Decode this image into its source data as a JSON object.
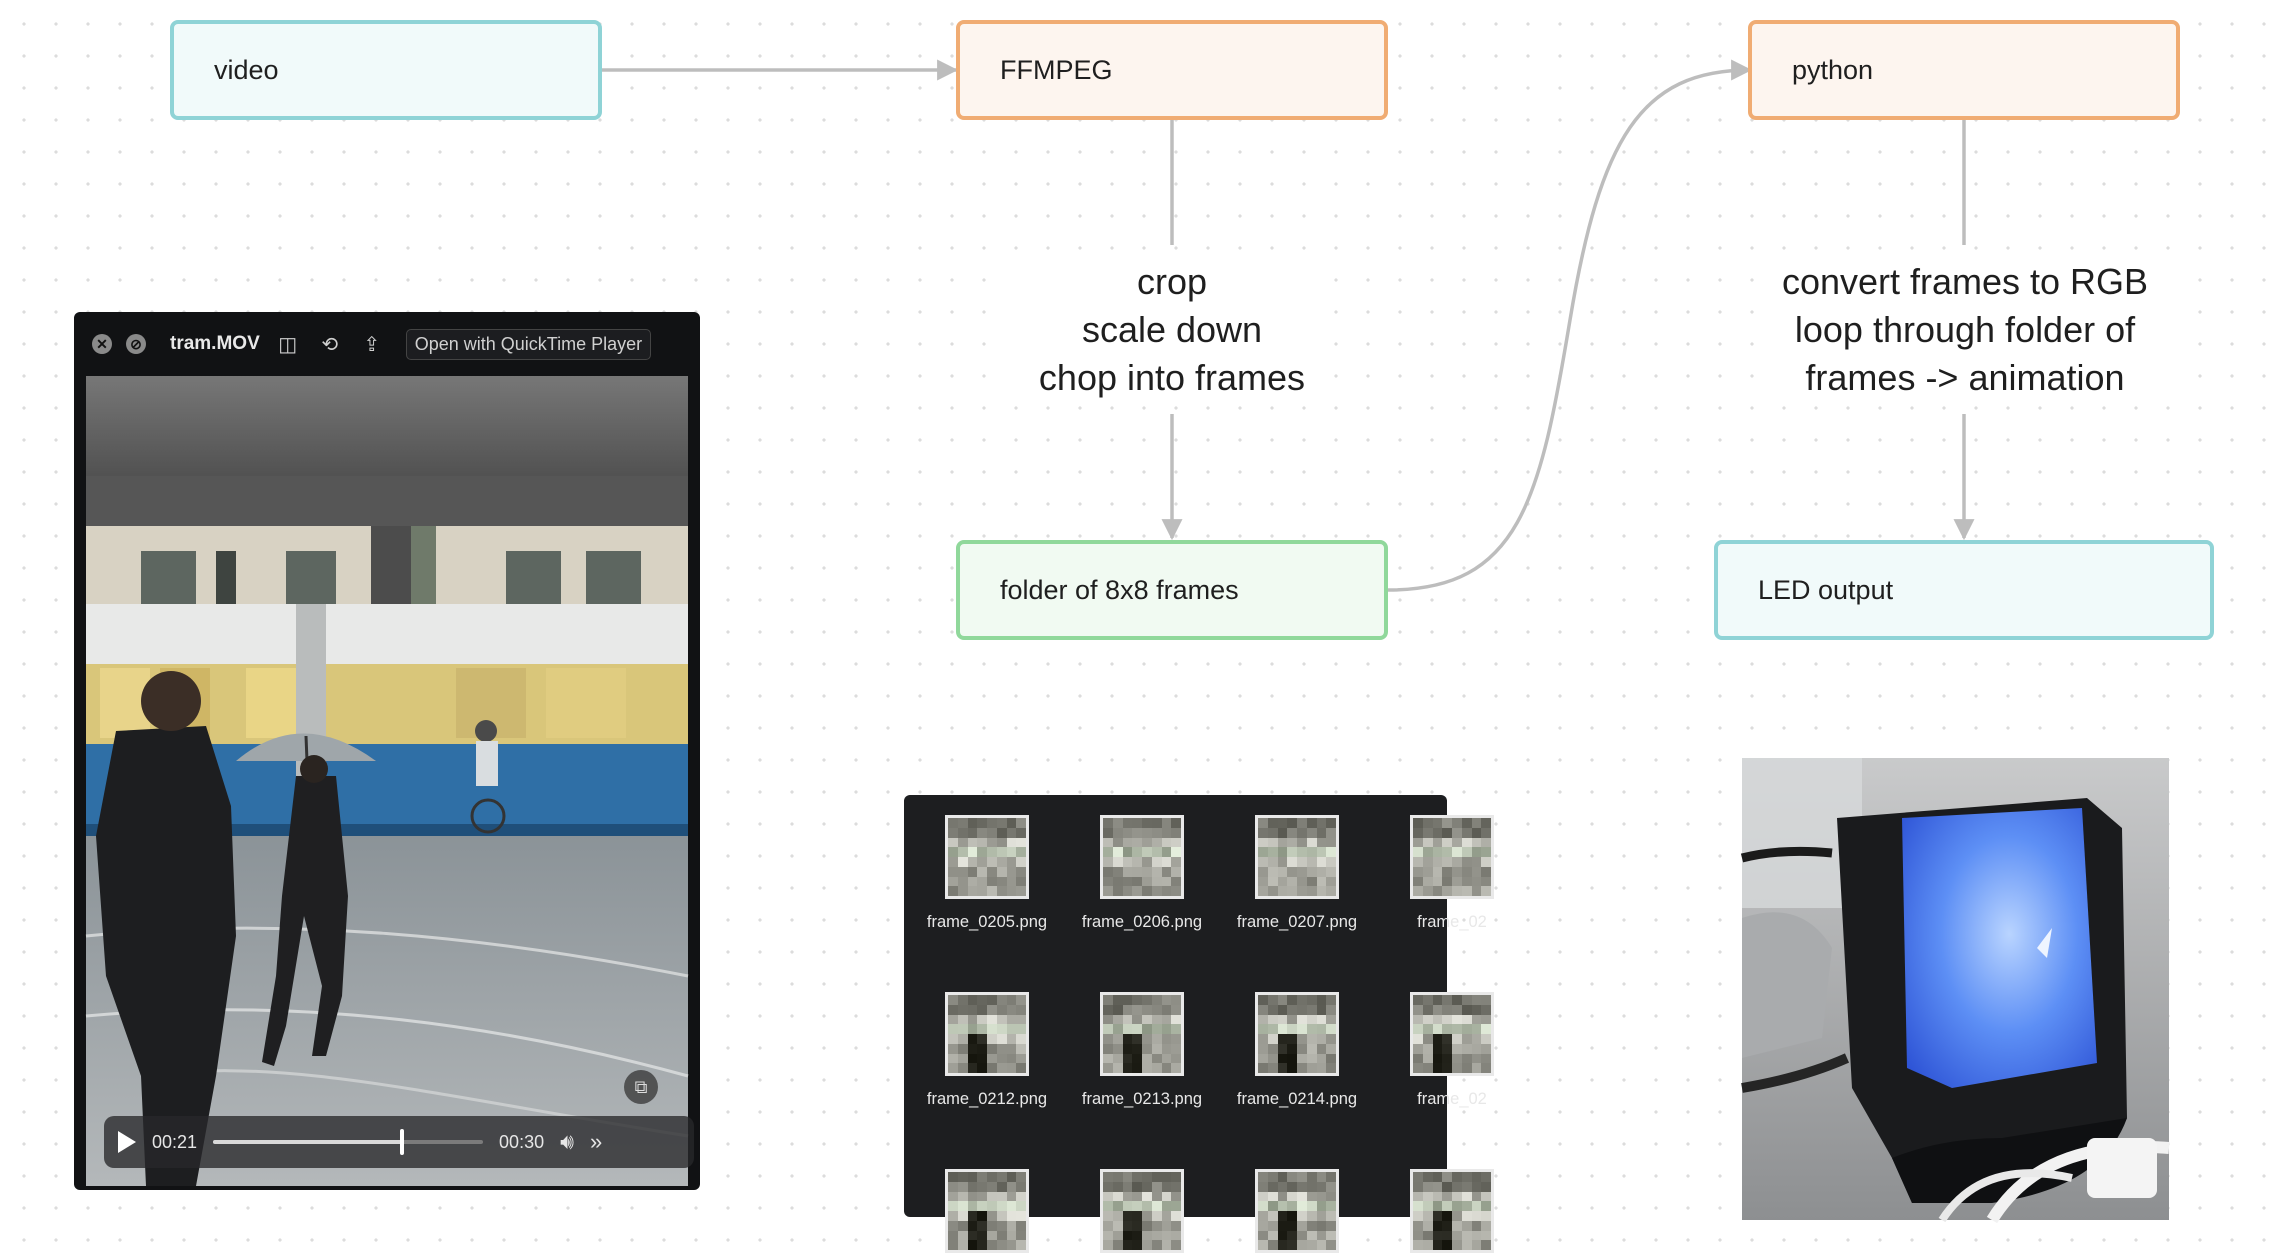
{
  "nodes": {
    "video": "video",
    "ffmpeg": "FFMPEG",
    "python": "python",
    "folder": "folder of 8x8 frames",
    "led": "LED output"
  },
  "edge_labels": {
    "ffmpeg_to_folder": [
      "crop",
      "scale down",
      "chop into frames"
    ],
    "python_to_led": [
      "convert frames to RGB",
      "loop through folder of",
      "frames -> animation"
    ]
  },
  "player": {
    "filename": "tram.MOV",
    "open_button": "Open with QuickTime Player",
    "current_time": "00:21",
    "duration": "00:30",
    "progress": 0.7
  },
  "files": {
    "row1": [
      "frame_0205.png",
      "frame_0206.png",
      "frame_0207.png",
      "frame_02"
    ],
    "row2": [
      "frame_0212.png",
      "frame_0213.png",
      "frame_0214.png",
      "frame_02"
    ]
  },
  "icons": {
    "close": "close-icon",
    "stop": "stop-icon",
    "trim": "trim-icon",
    "rotate": "rotate-icon",
    "share": "share-icon",
    "play": "play-icon",
    "volume": "volume-icon",
    "forward": "fast-forward-icon",
    "pip": "picture-in-picture-icon"
  },
  "colors": {
    "teal_border": "#8fd3d6",
    "orange_border": "#f0ac73",
    "green_border": "#90d89b",
    "connector": "#bdbdbd"
  }
}
